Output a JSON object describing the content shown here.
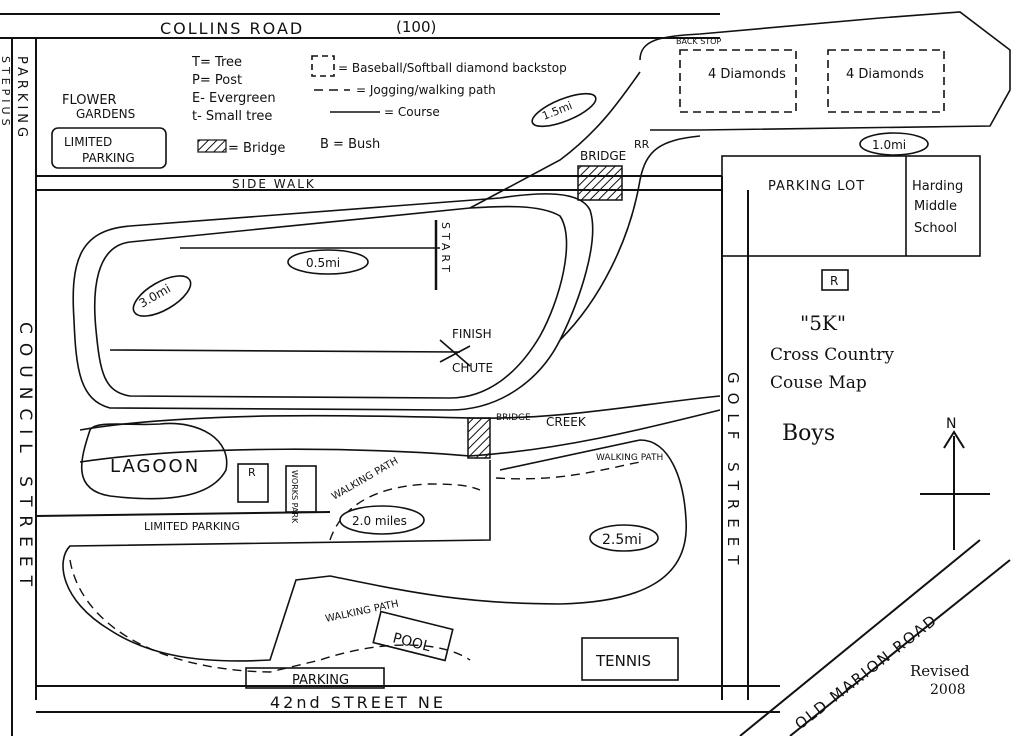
{
  "title": {
    "distance": "\"5K\"",
    "line1": "Cross Country",
    "line2": "Couse Map",
    "division": "Boys"
  },
  "revised": {
    "line1": "Revised",
    "line2": "2008"
  },
  "north": "N",
  "roads": {
    "collins": "COLLINS ROAD",
    "collins_num": "(100)",
    "stepius": "STEPIUS",
    "parking_left": "PARKING",
    "council": "COUNCIL STREET",
    "golf": "GOLF STREET",
    "forty_second": "42nd STREET NE",
    "old_marion": "OLD MARION ROAD",
    "side_walk": "SIDE WALK"
  },
  "legend": {
    "tree": "T= Tree",
    "post": "P= Post",
    "evergreen": "E- Evergreen",
    "small_tree": "t- Small tree",
    "bridge": "= Bridge",
    "bush": "B = Bush",
    "diamond": "= Baseball/Softball diamond backstop",
    "jogging": "= Jogging/walking path",
    "course": "= Course"
  },
  "areas": {
    "flower1": "FLOWER",
    "flower2": "GARDENS",
    "limited1": "LIMITED",
    "limited2": "PARKING",
    "lagoon": "LAGOON",
    "parking_lot": "PARKING LOT",
    "school1": "Harding",
    "school2": "Middle",
    "school3": "School",
    "diamonds1": "4 Diamonds",
    "diamonds2": "4 Diamonds",
    "pool": "POOL",
    "tennis": "TENNIS",
    "parking_bottom": "PARKING",
    "limited_parking": "LIMITED PARKING",
    "works_park": "WORKS PARK",
    "back_stop": "BACK STOP",
    "bridge_top": "BRIDGE",
    "rr": "RR",
    "bridge_creek": "BRIDGE",
    "creek": "CREEK",
    "start": "START",
    "finish": "FINISH",
    "chute": "CHUTE",
    "walking_path1": "WALKING PATH",
    "walking_path2": "WALKING PATH",
    "walking_path3": "WALKING PATH",
    "restroom": "R"
  },
  "markers": {
    "m05": "0.5mi",
    "m10": "1.0mi",
    "m15": "1.5mi",
    "m20": "2.0 miles",
    "m25": "2.5mi",
    "m30": "3.0mi"
  }
}
